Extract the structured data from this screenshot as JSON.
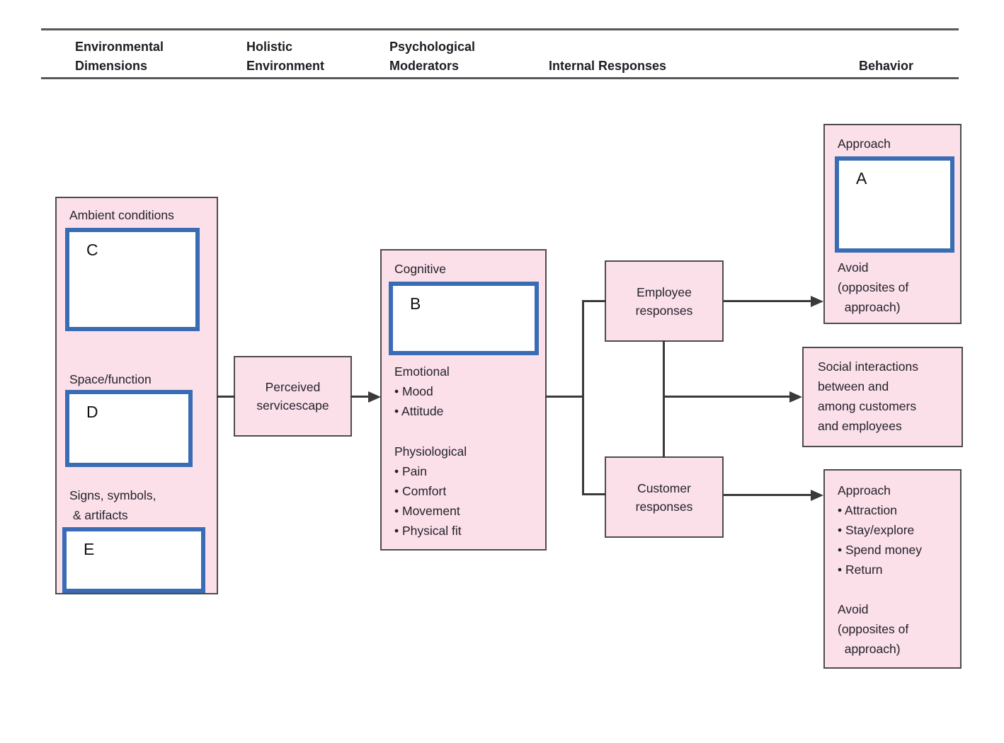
{
  "colors": {
    "pink": "#fbdfe9",
    "blue": "#396cb4",
    "line": "#3a3a3a",
    "box_border": "#4c4c4c",
    "text": "#23232b",
    "rule": "#58585a"
  },
  "header": {
    "environmental": "Environmental\nDimensions",
    "holistic": "Holistic\nEnvironment",
    "psychological": "Psychological\nModerators",
    "internal": "Internal Responses",
    "behavior": "Behavior"
  },
  "environmental_dimensions": {
    "ambient_label": "Ambient conditions",
    "ambient_letter": "C",
    "space_label": "Space/function",
    "space_letter": "D",
    "signs_label": "Signs, symbols,\n & artifacts",
    "signs_letter": "E"
  },
  "holistic_environment": {
    "perceived_servicescape": "Perceived\nservicescape"
  },
  "psychological_moderators": {
    "cognitive_label": "Cognitive",
    "cognitive_letter": "B",
    "emotional_list": "Emotional\n• Mood\n• Attitude",
    "physiological_list": "Physiological\n• Pain\n• Comfort\n• Movement\n• Physical fit"
  },
  "internal_responses": {
    "employee": "Employee\nresponses",
    "customer": "Customer\nresponses"
  },
  "behavior": {
    "approach_label": "Approach",
    "approach_letter": "A",
    "avoid_text": "Avoid\n(opposites of\n  approach)",
    "social_interactions": "Social interactions\nbetween and\namong customers\nand employees",
    "customer_approach_list": "Approach\n• Attraction\n• Stay/explore\n• Spend money\n• Return",
    "customer_avoid_text": "Avoid\n(opposites of\n  approach)"
  }
}
